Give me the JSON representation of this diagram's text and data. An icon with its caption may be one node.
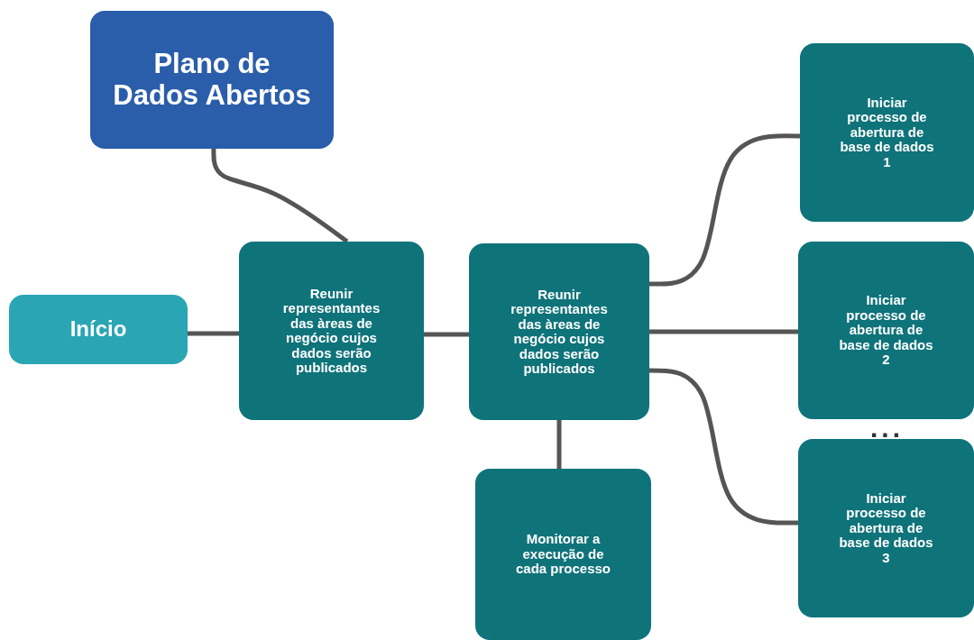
{
  "diagram": {
    "nodes": [
      {
        "text": [
          "Plano de Dados Abertos"
        ]
      },
      {
        "text": [
          "Início"
        ]
      },
      {
        "text": [
          "Reunir representantes das àreas de negócio cujos dados serão publicados"
        ]
      },
      {
        "text": [
          "Reunir representantes das àreas de negócio cujos dados serão publicados"
        ]
      },
      {
        "text": [
          "Iniciar processo de abertura de base de dados 1"
        ]
      },
      {
        "text": [
          "Iniciar processo de abertura de base de dados 2"
        ]
      },
      {
        "text": [
          "Iniciar processo de abertura de base de dados 3"
        ]
      },
      {
        "text": [
          "Monitorar a execução de cada processo"
        ]
      }
    ],
    "edges": [
      {
        "from": 0,
        "to": 2,
        "arrow": "none"
      },
      {
        "from": 1,
        "to": 2,
        "arrow": "none"
      },
      {
        "from": 2,
        "to": 3,
        "arrow": "none"
      },
      {
        "from": 3,
        "to": 4,
        "arrow": "none"
      },
      {
        "from": 3,
        "to": 5,
        "arrow": "none"
      },
      {
        "from": 3,
        "to": 6,
        "arrow": "none"
      },
      {
        "from": 3,
        "to": 7,
        "arrow": "none"
      }
    ],
    "labels": [
      "..."
    ]
  }
}
